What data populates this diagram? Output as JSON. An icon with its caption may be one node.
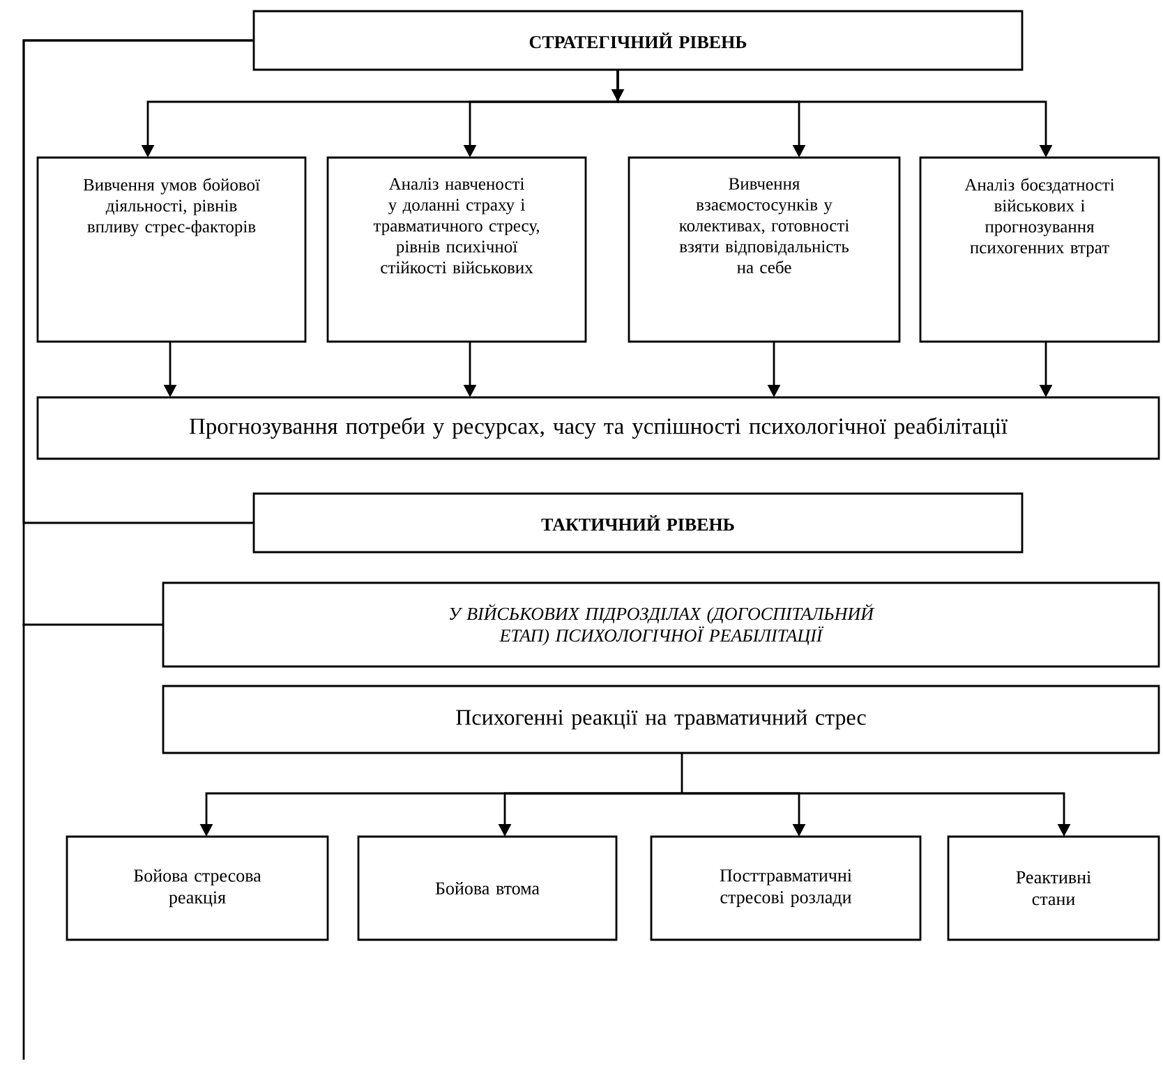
{
  "diagram": {
    "nodes": [
      {
        "text": [
          "СТРАТЕГІЧНИЙ РІВЕНЬ"
        ]
      },
      {
        "text": [
          "Вивчення умов бойової діяльності, рівнів впливу стрес-факторів"
        ]
      },
      {
        "text": [
          "Аналіз навченості у доланні страху і травматичного стресу, рівнів психічної стійкості військових"
        ]
      },
      {
        "text": [
          "Вивчення взаємостосунків у колективах, готовності взяти відповідальність на себе"
        ]
      },
      {
        "text": [
          "Аналіз боєздатності військових і прогнозування психогенних втрат"
        ]
      },
      {
        "text": [
          "Прогнозування потреби у ресурсах, часу та успішності психологічної реабілітації"
        ]
      },
      {
        "text": [
          "ТАКТИЧНИЙ РІВЕНЬ"
        ]
      },
      {
        "text": [
          "У ВІЙСЬКОВИХ ПІДРОЗДІЛАХ (ДОГОСПІТАЛЬНИЙ ЕТАП) ПСИХОЛОГІЧНОЇ РЕАБІЛІТАЦІЇ"
        ]
      },
      {
        "text": [
          "Психогенні реакції на травматичний стрес"
        ]
      },
      {
        "text": [
          "Бойова стресова реакція"
        ]
      },
      {
        "text": [
          "Бойова втома"
        ]
      },
      {
        "text": [
          "Посттравматичні стресові розлади"
        ]
      },
      {
        "text": [
          "Реактивні стани"
        ]
      }
    ],
    "edges": [
      {
        "from": 0,
        "to": 1,
        "arrow": "to"
      },
      {
        "from": 0,
        "to": 2,
        "arrow": "to"
      },
      {
        "from": 0,
        "to": 3,
        "arrow": "to"
      },
      {
        "from": 0,
        "to": 4,
        "arrow": "to"
      },
      {
        "from": 1,
        "to": 5,
        "arrow": "to"
      },
      {
        "from": 2,
        "to": 5,
        "arrow": "to"
      },
      {
        "from": 3,
        "to": 5,
        "arrow": "to"
      },
      {
        "from": 4,
        "to": 5,
        "arrow": "to"
      },
      {
        "from": 0,
        "to": 6,
        "arrow": "none"
      },
      {
        "from": 0,
        "to": 7,
        "arrow": "none"
      },
      {
        "from": 8,
        "to": 9,
        "arrow": "to"
      },
      {
        "from": 8,
        "to": 10,
        "arrow": "to"
      },
      {
        "from": 8,
        "to": 11,
        "arrow": "to"
      },
      {
        "from": 8,
        "to": 12,
        "arrow": "to"
      }
    ]
  }
}
